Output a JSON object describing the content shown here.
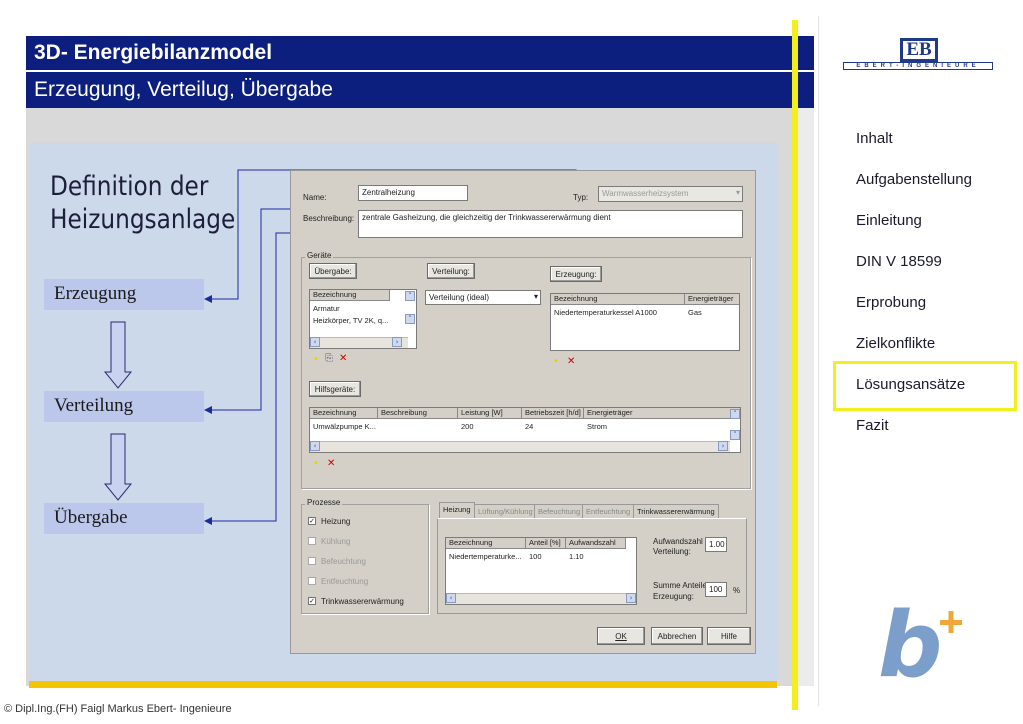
{
  "header": {
    "title": "3D- Energiebilanzmodel",
    "subtitle": "Erzeugung, Verteilug, Übergabe"
  },
  "logo": {
    "mark": "EB",
    "wordmark": "EBERT-INGENIEURE"
  },
  "nav": {
    "items": [
      {
        "label": "Inhalt"
      },
      {
        "label": "Aufgabenstellung"
      },
      {
        "label": "Einleitung"
      },
      {
        "label": "DIN V 18599"
      },
      {
        "label": "Erprobung"
      },
      {
        "label": "Zielkonflikte"
      },
      {
        "label": "Lösungsansätze"
      },
      {
        "label": "Fazit"
      }
    ],
    "selected": "Lösungsansätze"
  },
  "slide": {
    "title_line1": "Definition der",
    "title_line2": "Heizungsanlage",
    "stages": [
      "Erzeugung",
      "Verteilung",
      "Übergabe"
    ]
  },
  "dialog": {
    "name_label": "Name:",
    "name_value": "Zentralheizung",
    "typ_label": "Typ:",
    "typ_value": "Warmwasserheizsystem",
    "beschreibung_label": "Beschreibung:",
    "beschreibung_value": "zentrale Gasheizung, die gleichzeitig der Trinkwassererwärmung dient",
    "geraete_label": "Geräte",
    "uebergabe_button": "Übergabe:",
    "verteilung_button": "Verteilung:",
    "erzeugung_button": "Erzeugung:",
    "verteilung_select": "Verteilung (ideal)",
    "uebergabe_grid": {
      "header": "Bezeichnung",
      "rows": [
        "Armatur",
        "Heizkörper, TV 2K, q..."
      ]
    },
    "erzeugung_grid": {
      "headers": [
        "Bezeichnung",
        "Energieträger"
      ],
      "rows": [
        [
          "Niedertemperaturkessel A1000",
          "Gas"
        ]
      ]
    },
    "hilfsgeraete_button": "Hilfsgeräte:",
    "hilfs_grid": {
      "headers": [
        "Bezeichnung",
        "Beschreibung",
        "Leistung [W]",
        "Betriebszeit [h/d]",
        "Energieträger"
      ],
      "rows": [
        [
          "Umwälzpumpe K...",
          "",
          "200",
          "24",
          "Strom"
        ]
      ]
    },
    "prozesse_label": "Prozesse",
    "prozesse": [
      {
        "label": "Heizung",
        "checked": true
      },
      {
        "label": "Kühlung",
        "checked": false
      },
      {
        "label": "Befeuchtung",
        "checked": false
      },
      {
        "label": "Entfeuchtung",
        "checked": false
      },
      {
        "label": "Trinkwassererwärmung",
        "checked": true
      }
    ],
    "tabs": [
      "Heizung",
      "Lüftung/Kühlung",
      "Befeuchtung",
      "Entfeuchtung",
      "Trinkwassererwärmung"
    ],
    "active_tab": "Heizung",
    "tab_grid": {
      "headers": [
        "Bezeichnung",
        "Anteil [%]",
        "Aufwandszahl"
      ],
      "rows": [
        [
          "Niedertemperaturke...",
          "100",
          "1.10"
        ]
      ]
    },
    "aufwandszahl_label_1": "Aufwandszahl",
    "aufwandszahl_label_2": "Verteilung:",
    "aufwandszahl_value": "1.00",
    "summe_label_1": "Summe Anteile",
    "summe_label_2": "Erzeugung:",
    "summe_value": "100",
    "summe_unit": "%",
    "ok_button": "OK",
    "abbrechen_button": "Abbrechen",
    "hilfe_button": "Hilfe"
  },
  "footer": {
    "copyright": "© Dipl.Ing.(FH) Faigl Markus Ebert- Ingenieure"
  },
  "colors": {
    "header_bg": "#0c1f7e",
    "highlight": "#f3ee1e",
    "stage_box": "#bcc7ec",
    "panel_bg": "#ccd9ea"
  }
}
